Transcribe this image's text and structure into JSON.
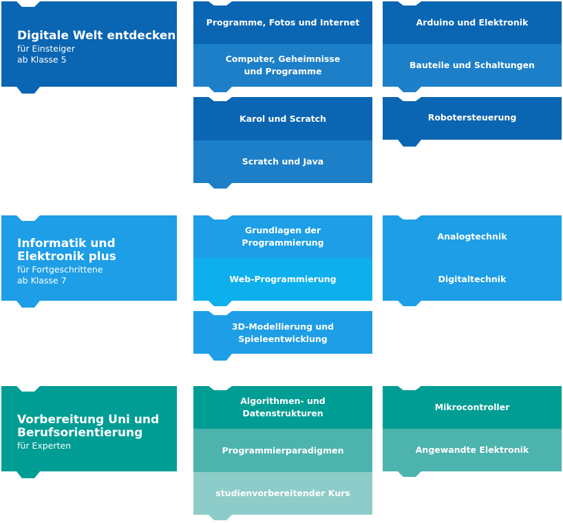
{
  "sections": [
    {
      "title": "Digitale Welt entdecken",
      "subtitle1": "für Einsteiger",
      "subtitle2": "ab Klasse 5",
      "color": "#0a65b2",
      "courses": {
        "a1": "Programme, Fotos und Internet",
        "a2_line1": "Computer, Geheimnisse",
        "a2_line2": "und Programme",
        "a3": "Karol und Scratch",
        "a4": "Scratch und Java",
        "b1": "Arduino und Elektronik",
        "b2": "Bauteile und Schaltungen",
        "b3": "Robotersteuerung"
      }
    },
    {
      "title_line1": "Informatik und",
      "title_line2": "Elektronik plus",
      "subtitle1": "für Fortgeschrittene",
      "subtitle2": "ab Klasse 7",
      "color": "#1d9ee6",
      "courses": {
        "a1": "Grundlagen der Programmierung",
        "a2": "Web-Programmierung",
        "a3_line1": "3D-Modellierung und",
        "a3_line2": "Spieleentwicklung",
        "b1": "Analogtechnik",
        "b2": "Digitaltechnik"
      }
    },
    {
      "title_line1": "Vorbereitung Uni und",
      "title_line2": "Berufsorientierung",
      "subtitle1": "für Experten",
      "color": "#009d94",
      "courses": {
        "a1": "Algorithmen- und Datenstrukturen",
        "a2": "Programmierparadigmen",
        "a3": "studienvorbereitender Kurs",
        "b1": "Mikrocontroller",
        "b2": "Angewandte Elektronik"
      }
    }
  ]
}
